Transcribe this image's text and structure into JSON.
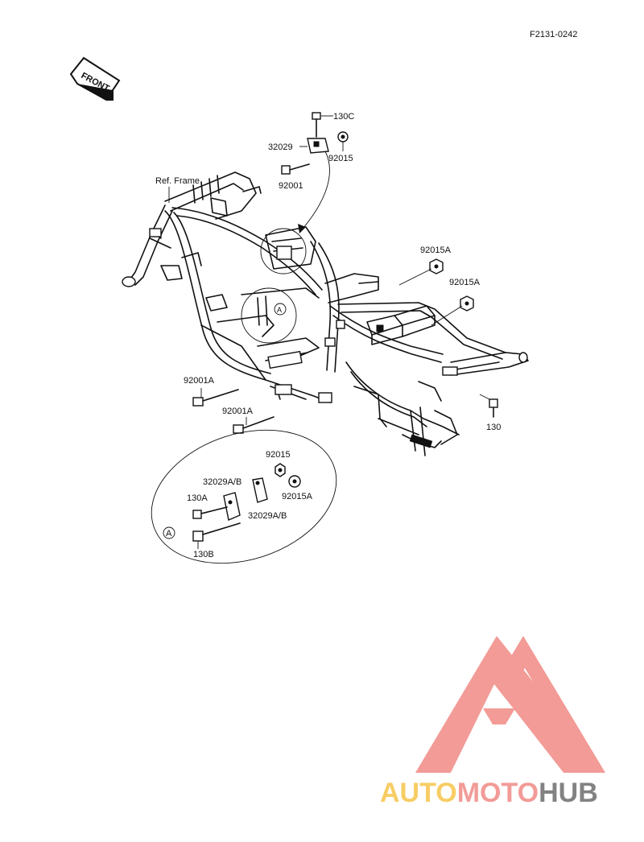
{
  "diagram_code": "F2131-0242",
  "front_arrow": "FRONT",
  "ref_label": "Ref. Frame",
  "callout": "A",
  "parts": {
    "p130c": "130C",
    "p32029": "32029",
    "p92015_top": "92015",
    "p92001": "92001",
    "p92015a_1": "92015A",
    "p92015a_2": "92015A",
    "p92001a_1": "92001A",
    "p92001a_2": "92001A",
    "p130": "130"
  },
  "detail": {
    "p92015": "92015",
    "p32029ab_1": "32029A/B",
    "p32029ab_2": "32029A/B",
    "p130a": "130A",
    "p92015a": "92015A",
    "p130b": "130B"
  },
  "brand": {
    "auto": "AUTO",
    "moto": "MOTO",
    "hub": "HUB",
    "color_auto": "#f6c54a",
    "color_moto": "#f08a86",
    "color_hub": "#6d6d6d"
  }
}
